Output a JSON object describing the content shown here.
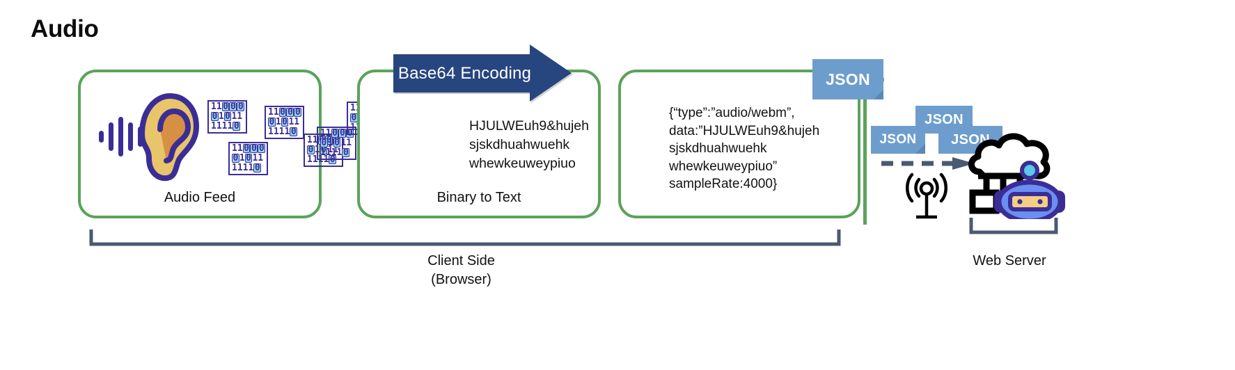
{
  "title": "Audio",
  "stages": [
    {
      "id": "audio-feed",
      "label": "Audio Feed"
    },
    {
      "id": "binary-to-text",
      "label": "Binary to Text"
    },
    {
      "id": "json-payload",
      "label": ""
    }
  ],
  "arrow": {
    "label": "Base64 Encoding"
  },
  "texts": {
    "base64_payload": "HJULWEuh9&hujeh\nsjskdhuahwuehk\nwhewkeuweypiuo",
    "json_payload": "{“type”:”audio/webm”,\ndata:”HJULWEuh9&hujeh\nsjskdhuahwuehk\nwhewkeuweypiuo”\nsampleRate:4000}"
  },
  "binary_matrices": {
    "rows": [
      "11000",
      "01011",
      "11110"
    ],
    "highlight_mask": [
      [
        0,
        0,
        1,
        1,
        1
      ],
      [
        1,
        0,
        1,
        0,
        0
      ],
      [
        0,
        0,
        0,
        0,
        1
      ]
    ],
    "count_stage1": 4,
    "count_stage2": 4
  },
  "json_cards": [
    {
      "id": "json-main",
      "label": "JSON"
    },
    {
      "id": "json-top",
      "label": "JSON"
    },
    {
      "id": "json-left",
      "label": "JSON"
    },
    {
      "id": "json-right",
      "label": "JSON"
    }
  ],
  "captions": {
    "client": "Client Side\n(Browser)",
    "server": "Web Server"
  },
  "colors": {
    "stage_border": "#5aa35a",
    "arrow_fill": "#27457e",
    "json_card": "#6d9dcd",
    "binary_ink": "#3b2d96",
    "binary_highlight": "#8fd4f2",
    "bracket": "#4a5a70",
    "robot_body": "#6b8ef2",
    "robot_outline": "#3b2d96",
    "robot_visor": "#f5cd84",
    "ear_fill": "#e8c46a",
    "ear_inner": "#d79043"
  }
}
